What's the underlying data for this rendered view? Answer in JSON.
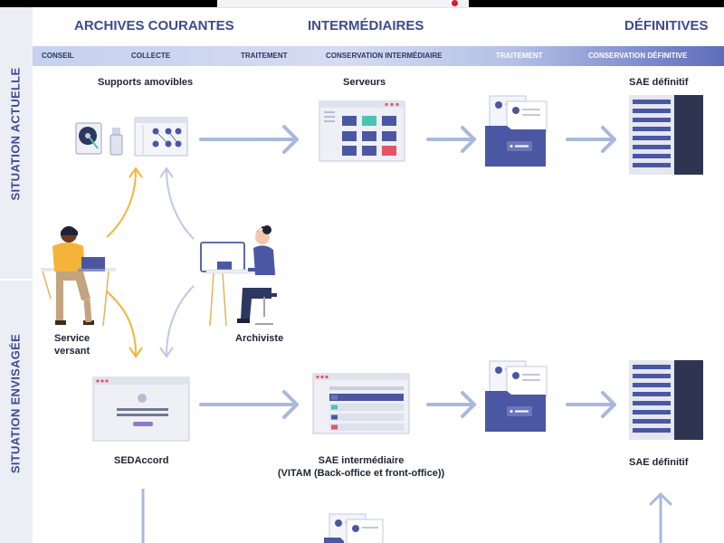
{
  "columns": {
    "archives_courantes": "ARCHIVES COURANTES",
    "intermediaires": "INTERMÉDIAIRES",
    "definitives": "DÉFINITIVES"
  },
  "phases": [
    "CONSEIL",
    "COLLECTE",
    "TRAITEMENT",
    "CONSERVATION INTERMÉDIAIRE",
    "TRAITEMENT",
    "CONSERVATION DÉFINITIVE"
  ],
  "rows": {
    "actuelle": "SITUATION ACTUELLE",
    "envisagee": "SITUATION ENVISAGÉE"
  },
  "labels": {
    "supports_amovibles": "Supports amovibles",
    "serveurs": "Serveurs",
    "sae_definitif_top": "SAE définitif",
    "service_versant_1": "Service",
    "service_versant_2": "versant",
    "archiviste": "Archiviste",
    "sedaccord": "SEDAccord",
    "sae_intermediaire_1": "SAE intermédiaire",
    "sae_intermediaire_2": "(VITAM (Back-office et front-office))",
    "sae_definitif_bottom": "SAE définitif"
  },
  "colors": {
    "navy": "#3d4a8f",
    "arrow_blue": "#a9b8dd",
    "arrow_orange": "#f4b43a",
    "arrow_lilac": "#c4c6e6",
    "folder_navy": "#4b57a2",
    "teal": "#4ec3b3",
    "red": "#e25563"
  }
}
